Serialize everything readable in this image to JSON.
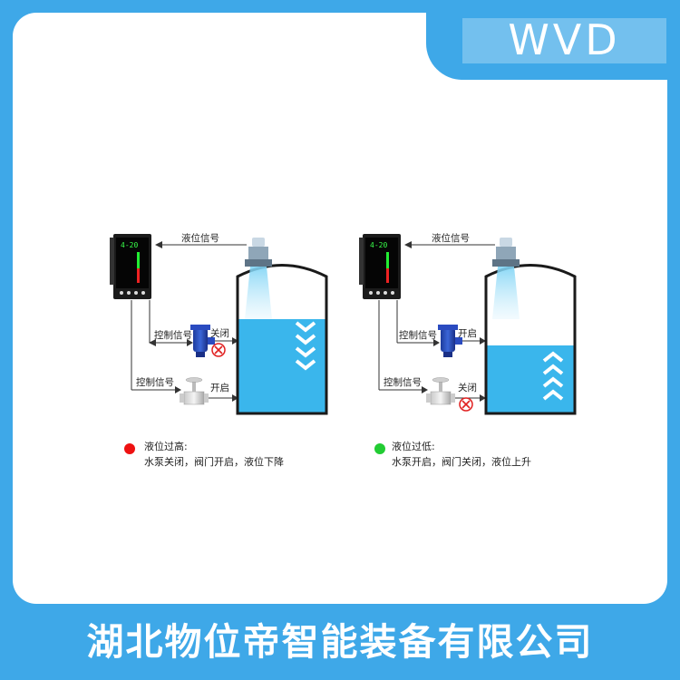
{
  "brand": {
    "logo_text": "WVD"
  },
  "footer": {
    "company": "湖北物位帝智能装备有限公司"
  },
  "panels": [
    {
      "id": "high",
      "level_signal": "液位信号",
      "pump_signal": "控制信号",
      "pump_state": "关闭",
      "valve_signal": "控制信号",
      "valve_state": "开启",
      "display_reading": "4-20",
      "status_title": "液位过高:",
      "status_desc": "水泵关闭，阀门开启，液位下降",
      "status_color": "#ee1111"
    },
    {
      "id": "low",
      "level_signal": "液位信号",
      "pump_signal": "控制信号",
      "pump_state": "开启",
      "valve_signal": "控制信号",
      "valve_state": "关闭",
      "display_reading": "4-20",
      "status_title": "液位过低:",
      "status_desc": "水泵开启，阀门关闭，液位上升",
      "status_color": "#22cc33"
    }
  ],
  "colors": {
    "brand_blue": "#3ea8e8",
    "water": "#3ab6ec",
    "tank_outline": "#1a1a1a",
    "red_indicator": "#ee1111",
    "green_indicator": "#22cc33"
  }
}
